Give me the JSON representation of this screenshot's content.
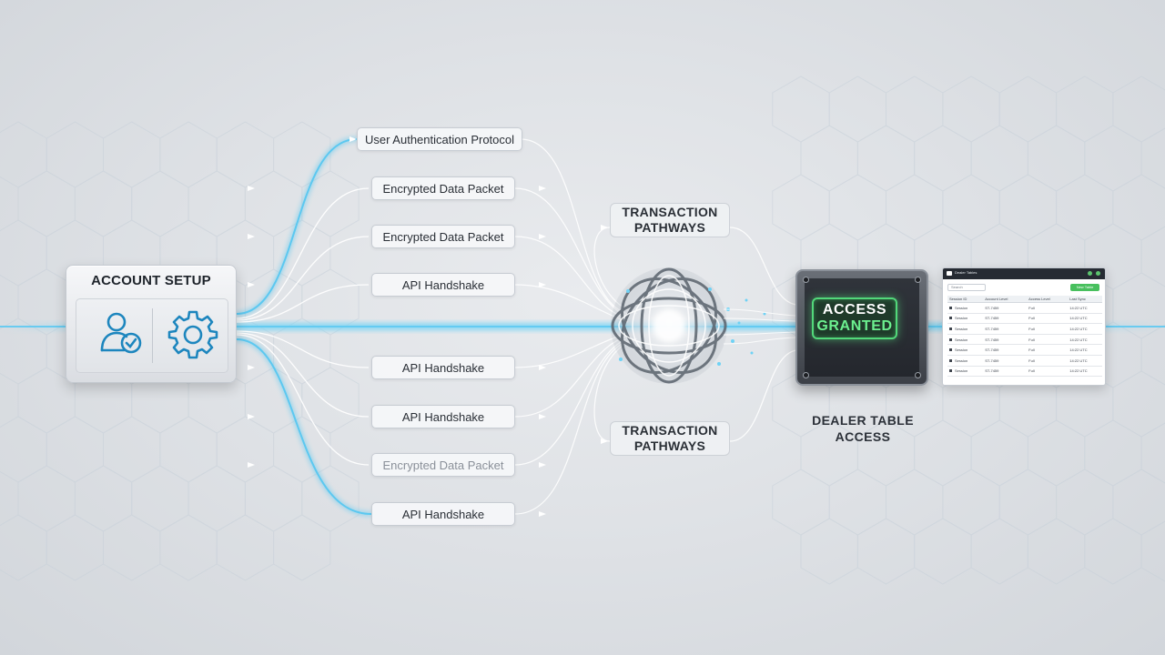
{
  "colors": {
    "flow": "#4cc3ee",
    "accent": "#2a8fc0",
    "granted": "#52d87a",
    "card": "#eceef1",
    "text": "#2a2f36"
  },
  "account_setup": {
    "title": "ACCOUNT SETUP",
    "icons": [
      "user-check-icon",
      "gear-icon"
    ]
  },
  "packets": [
    {
      "label": "User Authentication Protocol"
    },
    {
      "label": "Encrypted Data Packet"
    },
    {
      "label": "Encrypted Data Packet"
    },
    {
      "label": "API Handshake"
    },
    {
      "label": "API Handshake"
    },
    {
      "label": "API Handshake"
    },
    {
      "label": "Encrypted Data Packet"
    },
    {
      "label": "API Handshake"
    }
  ],
  "pathways": {
    "top": "TRANSACTION PATHWAYS",
    "bottom": "TRANSACTION PATHWAYS"
  },
  "hub": {
    "icon": "network-sphere-icon"
  },
  "access": {
    "line1": "ACCESS",
    "line2": "GRANTED"
  },
  "dealer": {
    "label": "DEALER TABLE ACCESS"
  },
  "dealer_table": {
    "window_title": "Dealer Tables",
    "search_placeholder": "Search",
    "button_label": "New Table",
    "headers": [
      "Session ID",
      "Account Level",
      "Access Level",
      "Last Sync"
    ],
    "rows": [
      [
        "Session",
        "ST-7459",
        "Full",
        "14:22 UTC"
      ],
      [
        "Session",
        "ST-7459",
        "Full",
        "14:22 UTC"
      ],
      [
        "Session",
        "ST-7459",
        "Full",
        "14:22 UTC"
      ],
      [
        "Session",
        "ST-7459",
        "Full",
        "14:22 UTC"
      ],
      [
        "Session",
        "ST-7459",
        "Full",
        "14:22 UTC"
      ],
      [
        "Session",
        "ST-7459",
        "Full",
        "14:22 UTC"
      ],
      [
        "Session",
        "ST-7459",
        "Full",
        "14:22 UTC"
      ]
    ]
  }
}
